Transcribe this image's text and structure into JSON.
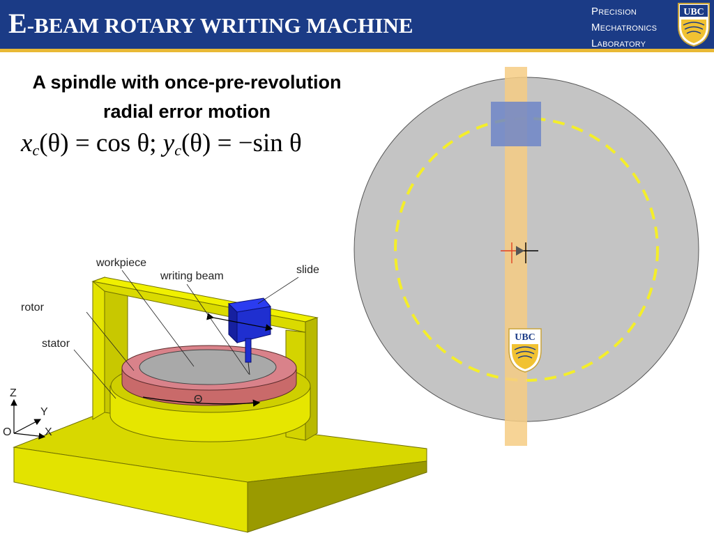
{
  "header": {
    "title_first": "E",
    "title_rest": "-BEAM ROTARY WRITING MACHINE",
    "lab_line1_first": "P",
    "lab_line1_rest": "RECISION",
    "lab_line2_first": "M",
    "lab_line2_rest": "ECHATRONICS",
    "lab_line3_first": "L",
    "lab_line3_rest": "ABORATORY",
    "logo_text": "UBC"
  },
  "subtitle": {
    "line1": "A spindle with once-pre-revolution",
    "line2": "radial  error motion"
  },
  "formula": {
    "x": "x",
    "x_sub": "c",
    "part1": "(θ) = cos θ; ",
    "y": "y",
    "y_sub": "c",
    "part2": "(θ) = −sin θ"
  },
  "diagram": {
    "workpiece": "workpiece",
    "writing_beam": "writing beam",
    "slide": "slide",
    "rotor": "rotor",
    "stator": "stator",
    "theta": "Θ",
    "axis_z": "Z",
    "axis_y": "Y",
    "axis_x": "X",
    "axis_o": "O"
  },
  "disk_view": {
    "logo_text": "UBC"
  },
  "colors": {
    "header_bg": "#1b3b86",
    "header_accent": "#e9b935",
    "machine_yellow": "#e0e000",
    "rotor_red": "#c96a6a",
    "slide_blue": "#1f2fd0",
    "disk_gray": "#c4c4c4",
    "track_yellow": "#f4ee2a",
    "beam_stripe": "#f6cc84"
  }
}
